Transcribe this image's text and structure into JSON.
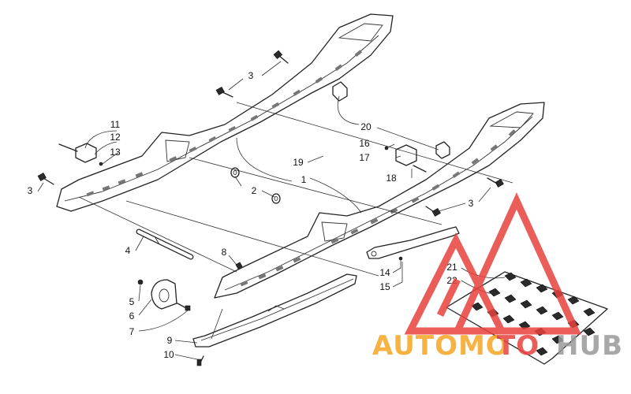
{
  "diagram": {
    "callouts": [
      "1",
      "2",
      "3",
      "3",
      "3",
      "4",
      "5",
      "6",
      "7",
      "8",
      "9",
      "10",
      "11",
      "12",
      "13",
      "14",
      "15",
      "16",
      "17",
      "18",
      "19",
      "20",
      "21",
      "22"
    ]
  },
  "watermark": {
    "text_a": "AUTOMO",
    "text_b": "TO",
    "text_c": "HUB",
    "colors": {
      "orange": "#f5a623",
      "red": "#e8413c",
      "gray": "#9a9a9a"
    }
  }
}
